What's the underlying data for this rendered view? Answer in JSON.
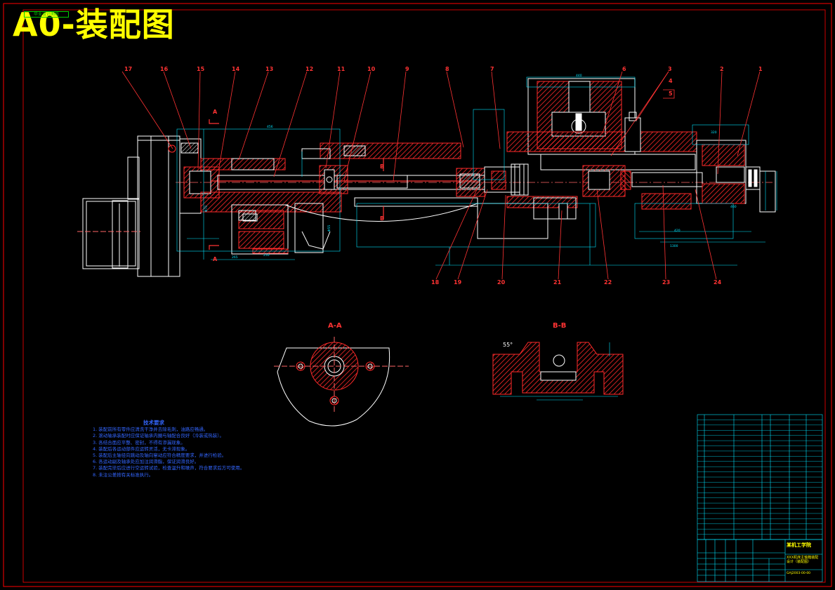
{
  "title": "A0-装配图",
  "top_label": "毕业设计图纸",
  "balloons_top": [
    "17",
    "16",
    "15",
    "14",
    "13",
    "12",
    "11",
    "10",
    "9",
    "8",
    "7",
    "6",
    "3",
    "4",
    "5",
    "2",
    "1"
  ],
  "balloons_bottom": [
    "18",
    "19",
    "20",
    "21",
    "22",
    "23",
    "24"
  ],
  "section_marks": {
    "a": "A",
    "b": "B"
  },
  "section_views": {
    "aa": "A-A",
    "bb": "B-B"
  },
  "angle_label": "55°",
  "tech_requirements": {
    "title": "技术要求",
    "items": [
      "1. 装配前所有零件应清洗干净并去除毛刺，油路应畅通。",
      "2. 滚动轴承装配时应保证轴承内圈与轴配合良好（冷装或热装）。",
      "3. 各结合面应平整、密封，不得有渗漏现象。",
      "4. 装配后各运动部件应运转灵活，无卡滞现象。",
      "5. 装配后主轴径向跳动及轴向窜动应符合精度要求，并进行检验。",
      "6. 各运动副及轴承处应加注润滑脂，保证润滑良好。",
      "7. 装配完毕后应进行空运转试验，检查温升和噪声，符合要求后方可使用。",
      "8. 未注公差按有关标准执行。"
    ]
  },
  "title_block": {
    "company": "某机工学院",
    "drawing_name": "XXX机床主轴箱装配设计（装配图）",
    "drawing_code": "GAJ2003-00-00"
  },
  "colors": {
    "background": "#000000",
    "frame": "#ff0000",
    "outline": "#ffffff",
    "section_hatch": "#ff0000",
    "dimension": "#00ffff",
    "callout": "#ff0000",
    "title": "#ffff00",
    "tech_text": "#3366ff",
    "green": "#00cc00"
  }
}
